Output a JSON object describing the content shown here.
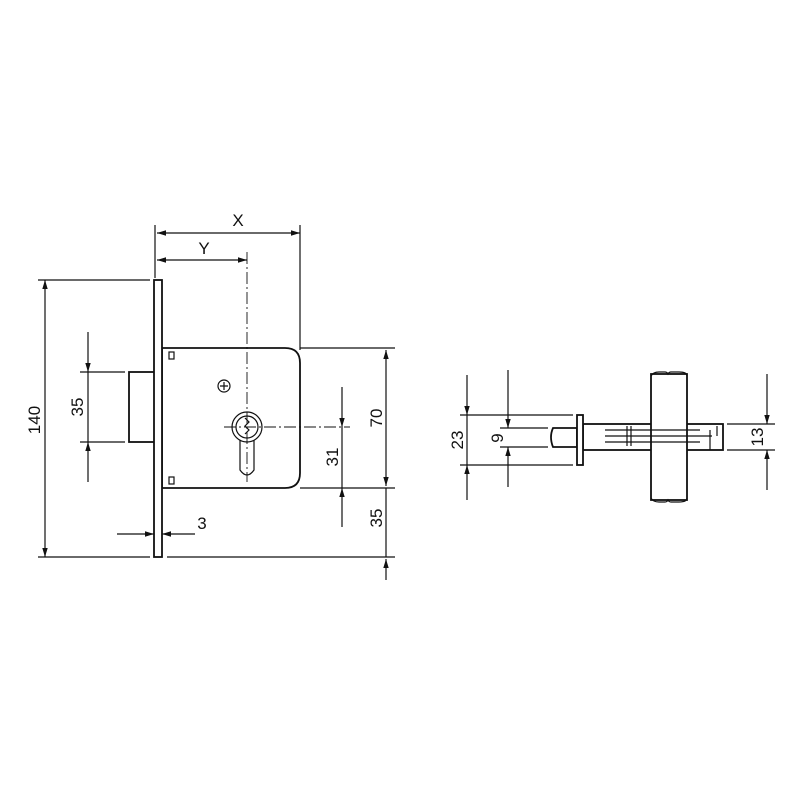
{
  "front_view": {
    "dim_x": "X",
    "dim_y": "Y",
    "dim_height": "140",
    "dim_bolt": "35",
    "dim_body": "70",
    "dim_backset_lower": "31",
    "dim_bottom": "35",
    "dim_plate_thickness": "3"
  },
  "side_view": {
    "dim_plate_width": "23",
    "dim_bolt_width": "9",
    "dim_body_width": "13"
  }
}
